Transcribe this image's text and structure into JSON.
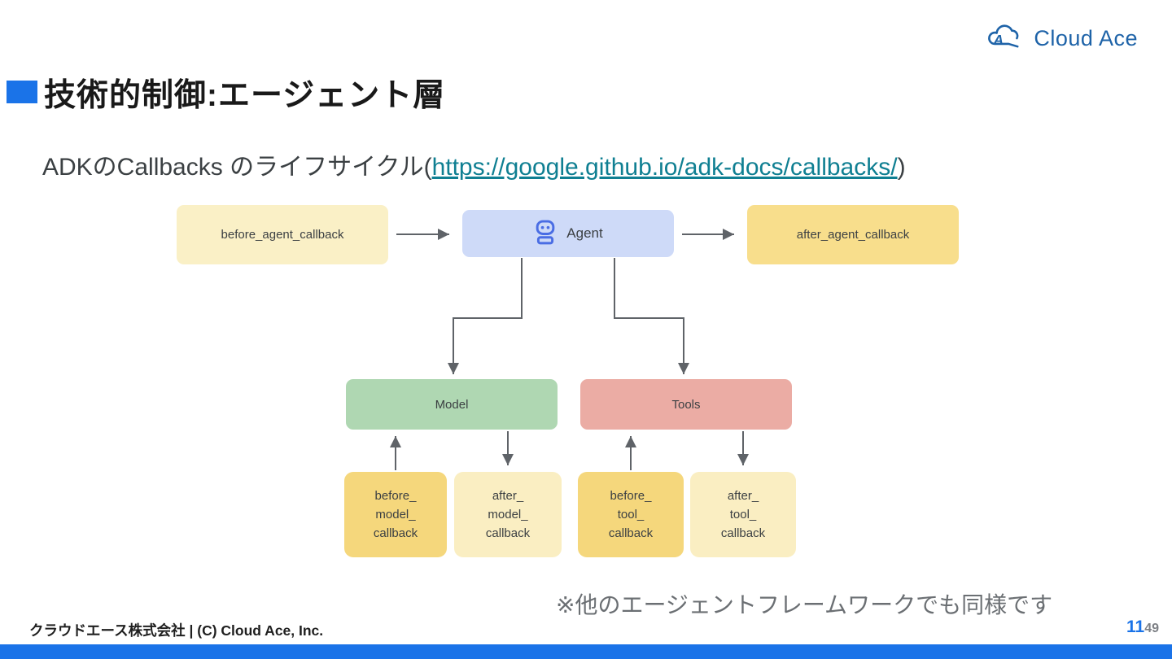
{
  "logo": {
    "name": "Cloud Ace"
  },
  "header": {
    "title": "技術的制御:エージェント層"
  },
  "subtitle": {
    "prefix": "ADKのCallbacks のライフサイクル(",
    "link_text": "https://google.github.io/adk-docs/callbacks/",
    "suffix": ")"
  },
  "diagram": {
    "before_agent": {
      "label": "before_agent_callback"
    },
    "agent": {
      "label": "Agent",
      "icon": "robot-icon"
    },
    "after_agent": {
      "label": "after_agent_callback"
    },
    "model": {
      "label": "Model"
    },
    "tools": {
      "label": "Tools"
    },
    "before_model": {
      "label": "before_\nmodel_\ncallback"
    },
    "after_model": {
      "label": "after_\nmodel_\ncallback"
    },
    "before_tool": {
      "label": "before_\ntool_\ncallback"
    },
    "after_tool": {
      "label": "after_\ntool_\ncallback"
    }
  },
  "note": "※他のエージェントフレームワークでも同様です",
  "footer": {
    "company": "クラウドエース株式会社 | (C) Cloud Ace, Inc.",
    "page_number": "11",
    "page_number_secondary": "49"
  },
  "colors": {
    "accent_blue": "#1a73e8",
    "logo_blue": "#1e63a8",
    "link_teal": "#0f7f92",
    "box_pale_yellow": "#FAF0C6",
    "box_gold": "#F8DE8C",
    "box_gold_deep": "#F5D77C",
    "box_agent_blue": "#CEDAF8",
    "box_model_green": "#AFD7B2",
    "box_tools_salmon": "#EBACA4",
    "arrow_gray": "#5f6368",
    "robot_icon_blue": "#4a6de4"
  }
}
